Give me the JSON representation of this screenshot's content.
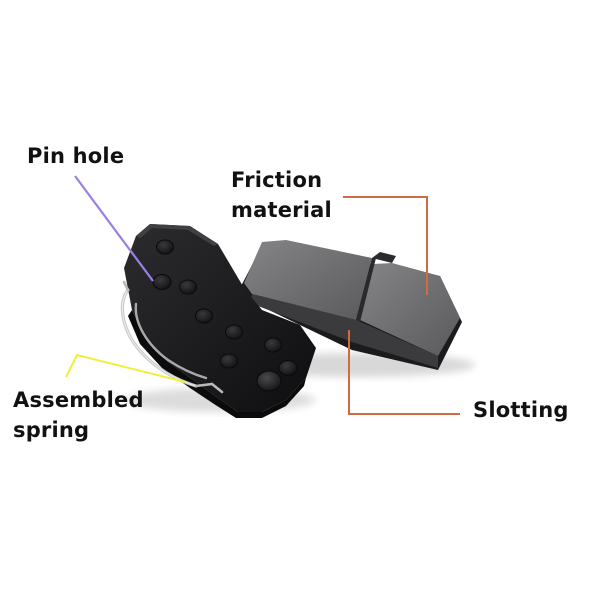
{
  "labels": {
    "pin_hole": "Pin hole",
    "friction_material": [
      "Friction",
      "material"
    ],
    "assembled_spring": [
      "Assembled",
      "spring"
    ],
    "slotting": "Slotting"
  },
  "colors": {
    "pin_hole_leader": "#9b7fe6",
    "friction_leader": "#d06a45",
    "spring_leader": "#f2ee3c",
    "slotting_leader": "#d06a45",
    "friction_surface": "#6e6e70",
    "backing_plate": "#1c1c1e"
  },
  "icons": [
    "brake-pad-front",
    "brake-pad-back",
    "spring-clip",
    "pin-hole"
  ]
}
